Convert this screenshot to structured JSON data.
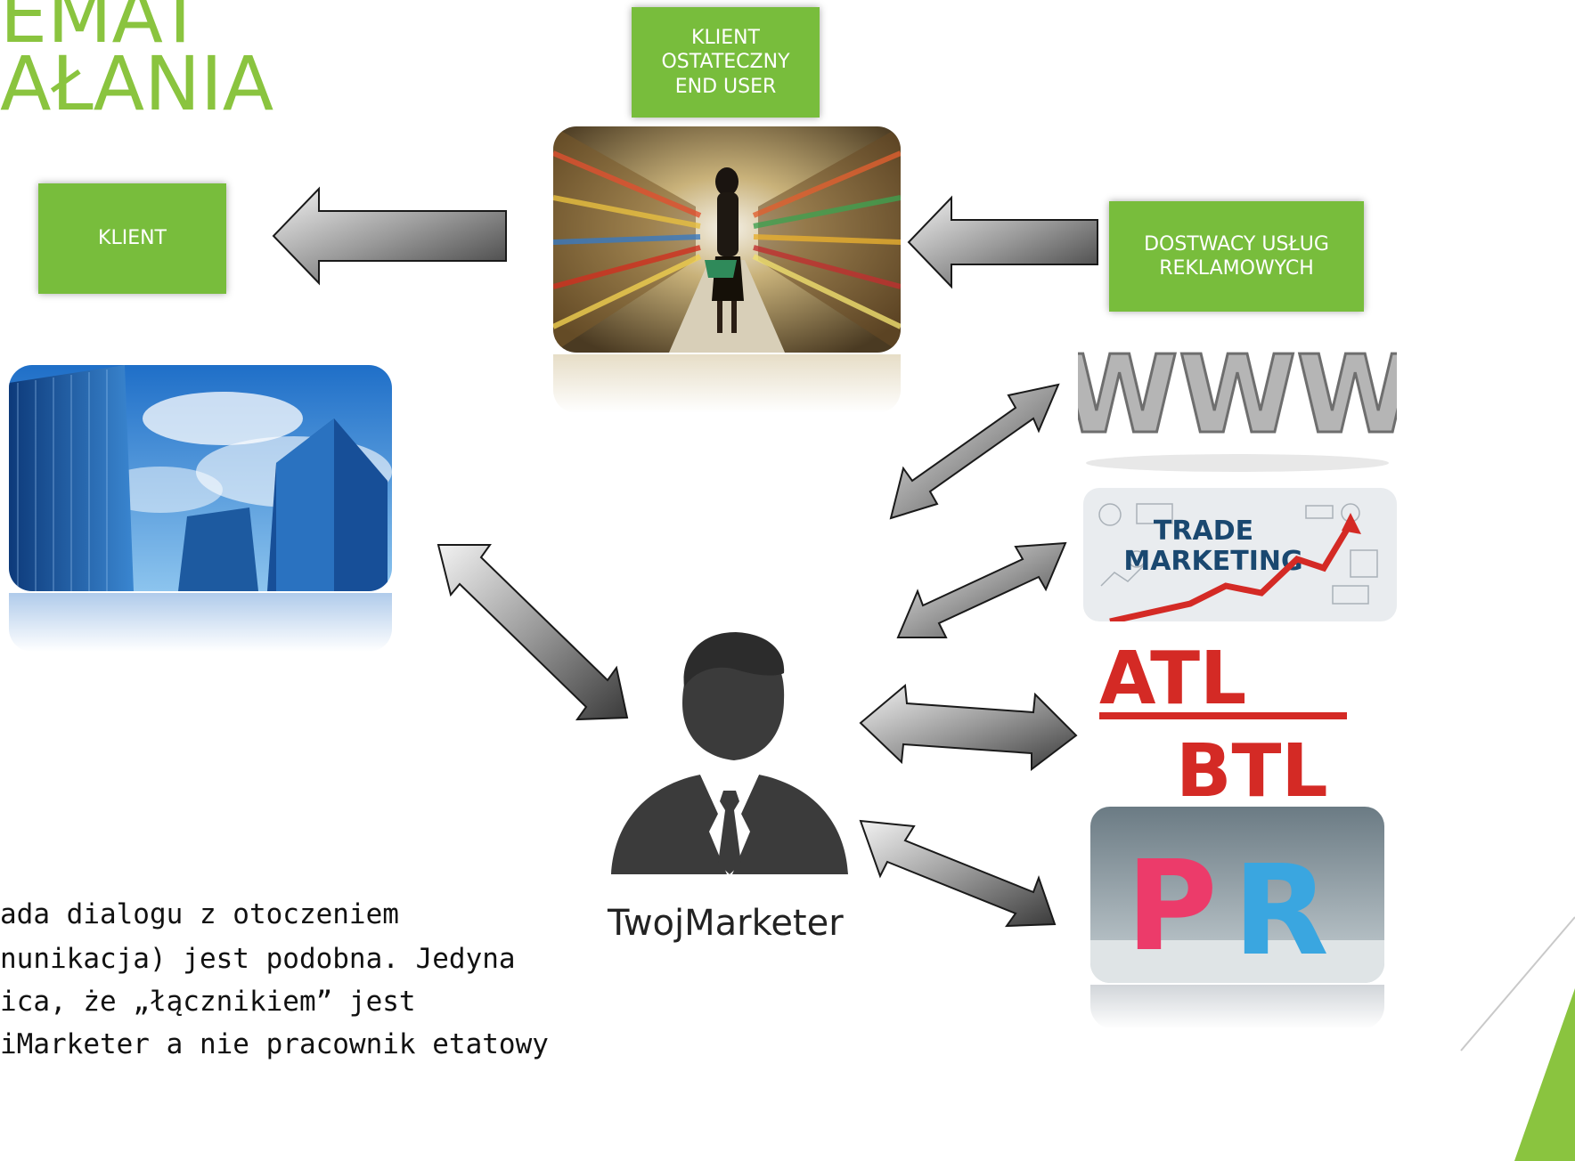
{
  "slide": {
    "title_lines": [
      "EMAT",
      "AŁANIA"
    ],
    "boxes": {
      "client": "KLIENT",
      "end_user": [
        "KLIENT",
        "OSTATECZNY",
        "END USER"
      ],
      "suppliers": [
        "DOSTWACY USŁUG",
        "REKLAMOWYCH"
      ]
    },
    "labels": {
      "trade": [
        "TRADE",
        "MARKETING"
      ],
      "atl": "ATL",
      "btl": "BTL",
      "pr": "PR",
      "www": "WWW"
    },
    "person_caption": "TwojMarketer",
    "body_lines": [
      "ada dialogu z otoczeniem",
      "nunikacja) jest podobna. Jedyna",
      "ica, że „łącznikiem” jest",
      "iMarketer a nie pracownik etatowy"
    ]
  },
  "colors": {
    "accent": "#8ac43f",
    "box": "#78bd3c",
    "red": "#d42a25"
  },
  "icons": {
    "person": "businessman-icon",
    "arrows": "gray-3d-arrow"
  }
}
